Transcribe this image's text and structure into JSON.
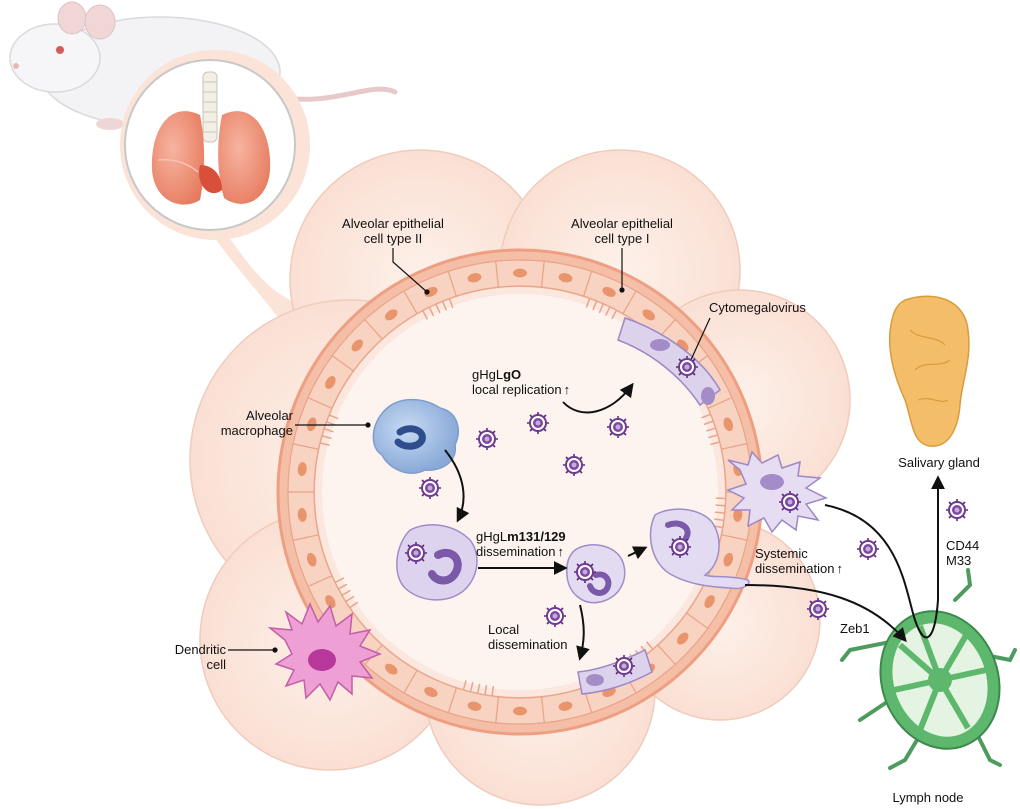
{
  "labels": {
    "aec2_line1": "Alveolar epithelial",
    "aec2_line2": "cell type II",
    "aec1_line1": "Alveolar epithelial",
    "aec1_line2": "cell type I",
    "cmv": "Cytomegalovirus",
    "macrophage_line1": "Alveolar",
    "macrophage_line2": "macrophage",
    "gho_prefix": "gHgL",
    "gho_bold": "gO",
    "local_replication": "local replication",
    "m131_prefix": "gHgL",
    "m131_bold": "m131/129",
    "dissemination": "dissemination",
    "local_diss_line1": "Local",
    "local_diss_line2": "dissemination",
    "systemic_line1": "Systemic",
    "systemic_line2": "dissemination",
    "dendritic_line1": "Dendritic",
    "dendritic_line2": "cell",
    "salivary_gland": "Salivary gland",
    "cd44": "CD44",
    "m33": "M33",
    "zeb1": "Zeb1",
    "lymph_node": "Lymph node",
    "up_arrow": "↑"
  },
  "colors": {
    "tissue": "#fce6dc",
    "tissue_edge": "#efc4b2",
    "alveolus_ring": "#f3b79e",
    "epithelial": "#f8d3c2",
    "nucleus": "#e8946c",
    "virus": "#6f3a91",
    "macrophage": "#a9c4e6",
    "infected_cell": "#dcd2ec",
    "dendritic": "#e78bc8",
    "lymph_node": "#5db86d",
    "salivary": "#f2b96a",
    "lung": "#ef8f74"
  }
}
